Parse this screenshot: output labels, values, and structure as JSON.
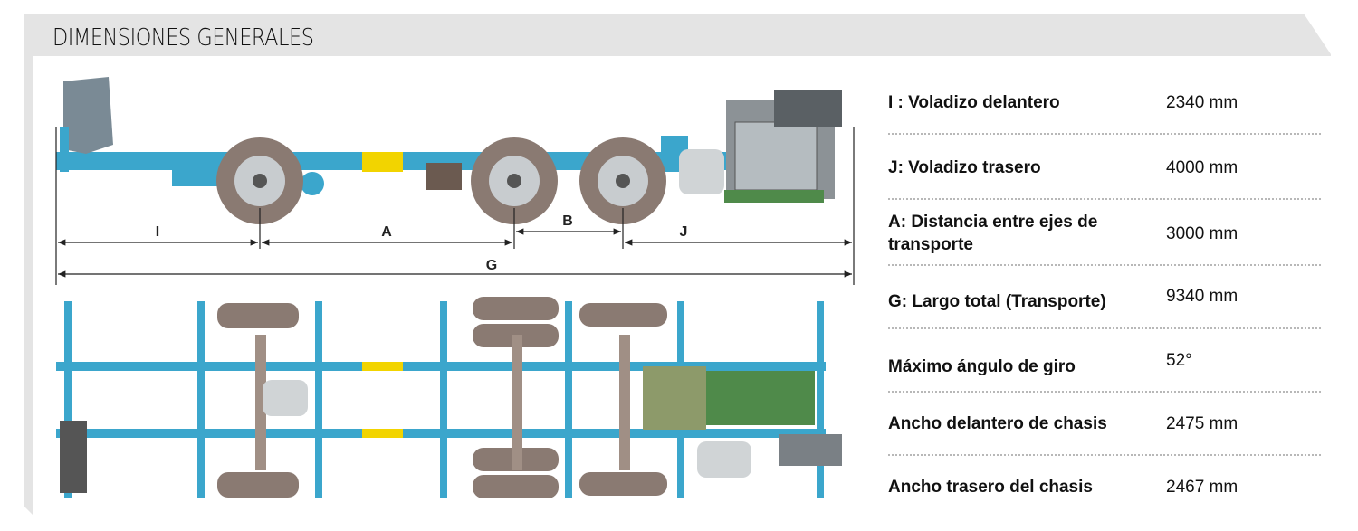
{
  "title": "DIMENSIONES GENERALES",
  "dimension_labels": {
    "i": "I",
    "a": "A",
    "b": "B",
    "j": "J",
    "g": "G"
  },
  "specs": [
    {
      "label": "I : Voladizo delantero",
      "value": "2340 mm"
    },
    {
      "label": "J: Voladizo trasero",
      "value": "4000 mm"
    },
    {
      "label": "A: Distancia entre ejes de transporte",
      "value": "3000 mm"
    },
    {
      "label": "G: Largo total (Transporte)",
      "value": "9340 mm"
    },
    {
      "label": "Máximo  ángulo de giro",
      "value": "52°"
    },
    {
      "label": "Ancho delantero de chasis",
      "value": "2475 mm"
    },
    {
      "label": "Ancho trasero del chasis",
      "value": "2467 mm"
    }
  ],
  "colors": {
    "chassis": "#3ba6cc",
    "tire": "#8a7a72",
    "accent": "#f2d400",
    "engine": "#4f8a4a",
    "header": "#e4e4e4"
  }
}
